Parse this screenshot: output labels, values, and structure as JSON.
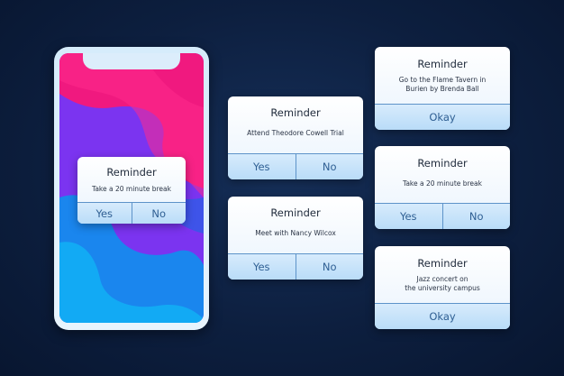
{
  "phone_card": {
    "title": "Reminder",
    "message": "Take a 20 minute break",
    "yes_label": "Yes",
    "no_label": "No"
  },
  "cards": [
    {
      "title": "Reminder",
      "message": "Attend Theodore Cowell Trial",
      "yes_label": "Yes",
      "no_label": "No"
    },
    {
      "title": "Reminder",
      "message": "Meet with Nancy Wilcox",
      "yes_label": "Yes",
      "no_label": "No"
    },
    {
      "title": "Reminder",
      "message_line1": "Go to the Flame Tavern in",
      "message_line2": "Burien by Brenda Ball",
      "okay_label": "Okay"
    },
    {
      "title": "Reminder",
      "message": "Take a 20 minute break",
      "yes_label": "Yes",
      "no_label": "No"
    },
    {
      "title": "Reminder",
      "message_line1": "Jazz concert on",
      "message_line2": "the university campus",
      "okay_label": "Okay"
    }
  ],
  "colors": {
    "background": "#0d1f3f",
    "button_text": "#2f5f93",
    "wallpaper_pink": "#f0197f",
    "wallpaper_purple": "#7b34f0",
    "wallpaper_blue": "#1a86ee"
  }
}
